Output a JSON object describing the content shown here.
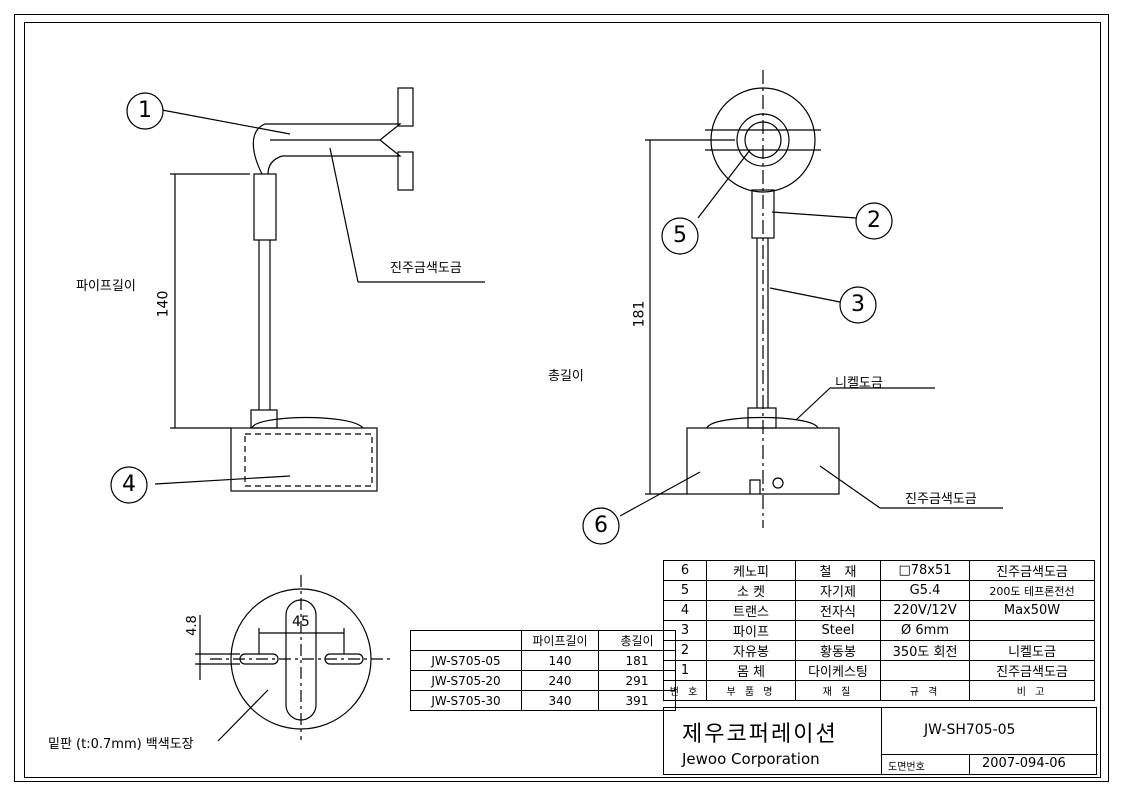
{
  "balloons": {
    "b1": "1",
    "b2": "2",
    "b3": "3",
    "b4": "4",
    "b5": "5",
    "b6": "6"
  },
  "labels": {
    "pipe_length": "파이프길이",
    "total_length": "총길이",
    "plating_gold_1": "진주금색도금",
    "plating_gold_2": "진주금색도금",
    "nickel": "니켈도금",
    "bottom_plate": "밑판 (t:0.7mm) 백색도장"
  },
  "dims": {
    "d140": "140",
    "d181": "181",
    "d45": "45",
    "d48": "4.8"
  },
  "parts_table": {
    "headers": [
      "",
      "파이프길이",
      "총길이"
    ],
    "rows": [
      [
        "JW-S705-05",
        "140",
        "181"
      ],
      [
        "JW-S705-20",
        "240",
        "291"
      ],
      [
        "JW-S705-30",
        "340",
        "391"
      ]
    ]
  },
  "bom": {
    "rows": [
      [
        "6",
        "케노피",
        "철　재",
        "□78x51",
        "진주금색도금"
      ],
      [
        "5",
        "소 켓",
        "자기제",
        "G5.4",
        "200도 테프론전선"
      ],
      [
        "4",
        "트랜스",
        "전자식",
        "220V/12V",
        "Max50W"
      ],
      [
        "3",
        "파이프",
        "Steel",
        "Ø 6mm",
        ""
      ],
      [
        "2",
        "자유봉",
        "황동봉",
        "350도 회전",
        "니켈도금"
      ],
      [
        "1",
        "몸 체",
        "다이케스팅",
        "",
        "진주금색도금"
      ]
    ],
    "header": [
      "번 호",
      "부 품 명",
      "재 질",
      "규 격",
      "비 고"
    ]
  },
  "title_block": {
    "company_kr": "제우코퍼레이션",
    "company_en": "Jewoo Corporation",
    "model": "JW-SH705-05",
    "drawing_no_label": "도면번호",
    "drawing_no": "2007-094-06"
  }
}
